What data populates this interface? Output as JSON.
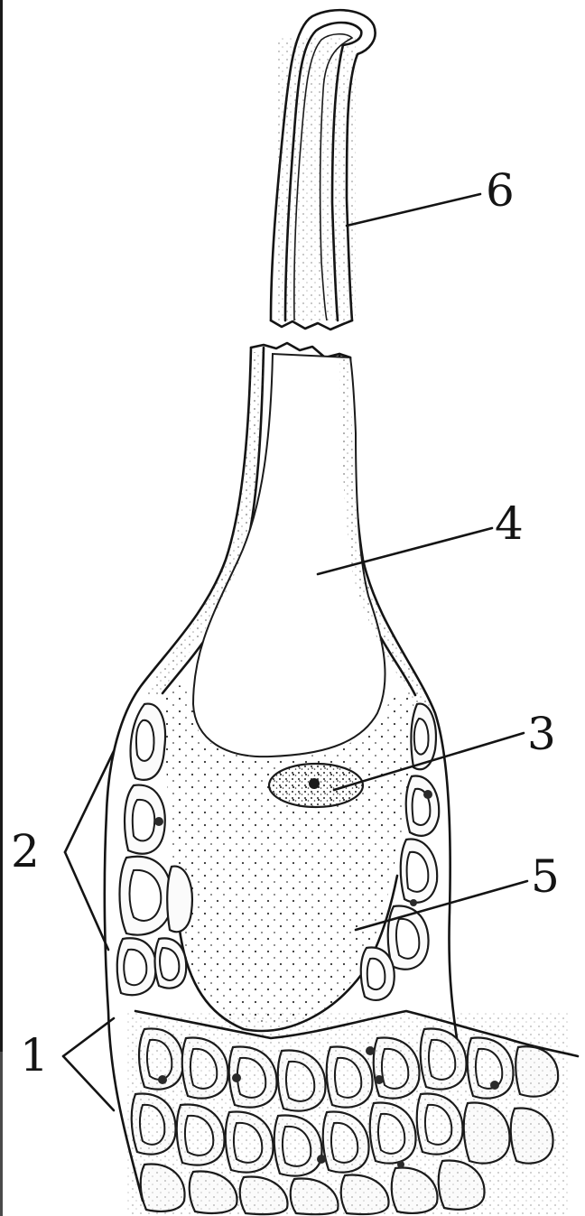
{
  "labels": {
    "l1": "1",
    "l2": "2",
    "l3": "3",
    "l4": "4",
    "l5": "5",
    "l6": "6"
  },
  "colors": {
    "ink": "#141414",
    "paper": "#ffffff"
  }
}
